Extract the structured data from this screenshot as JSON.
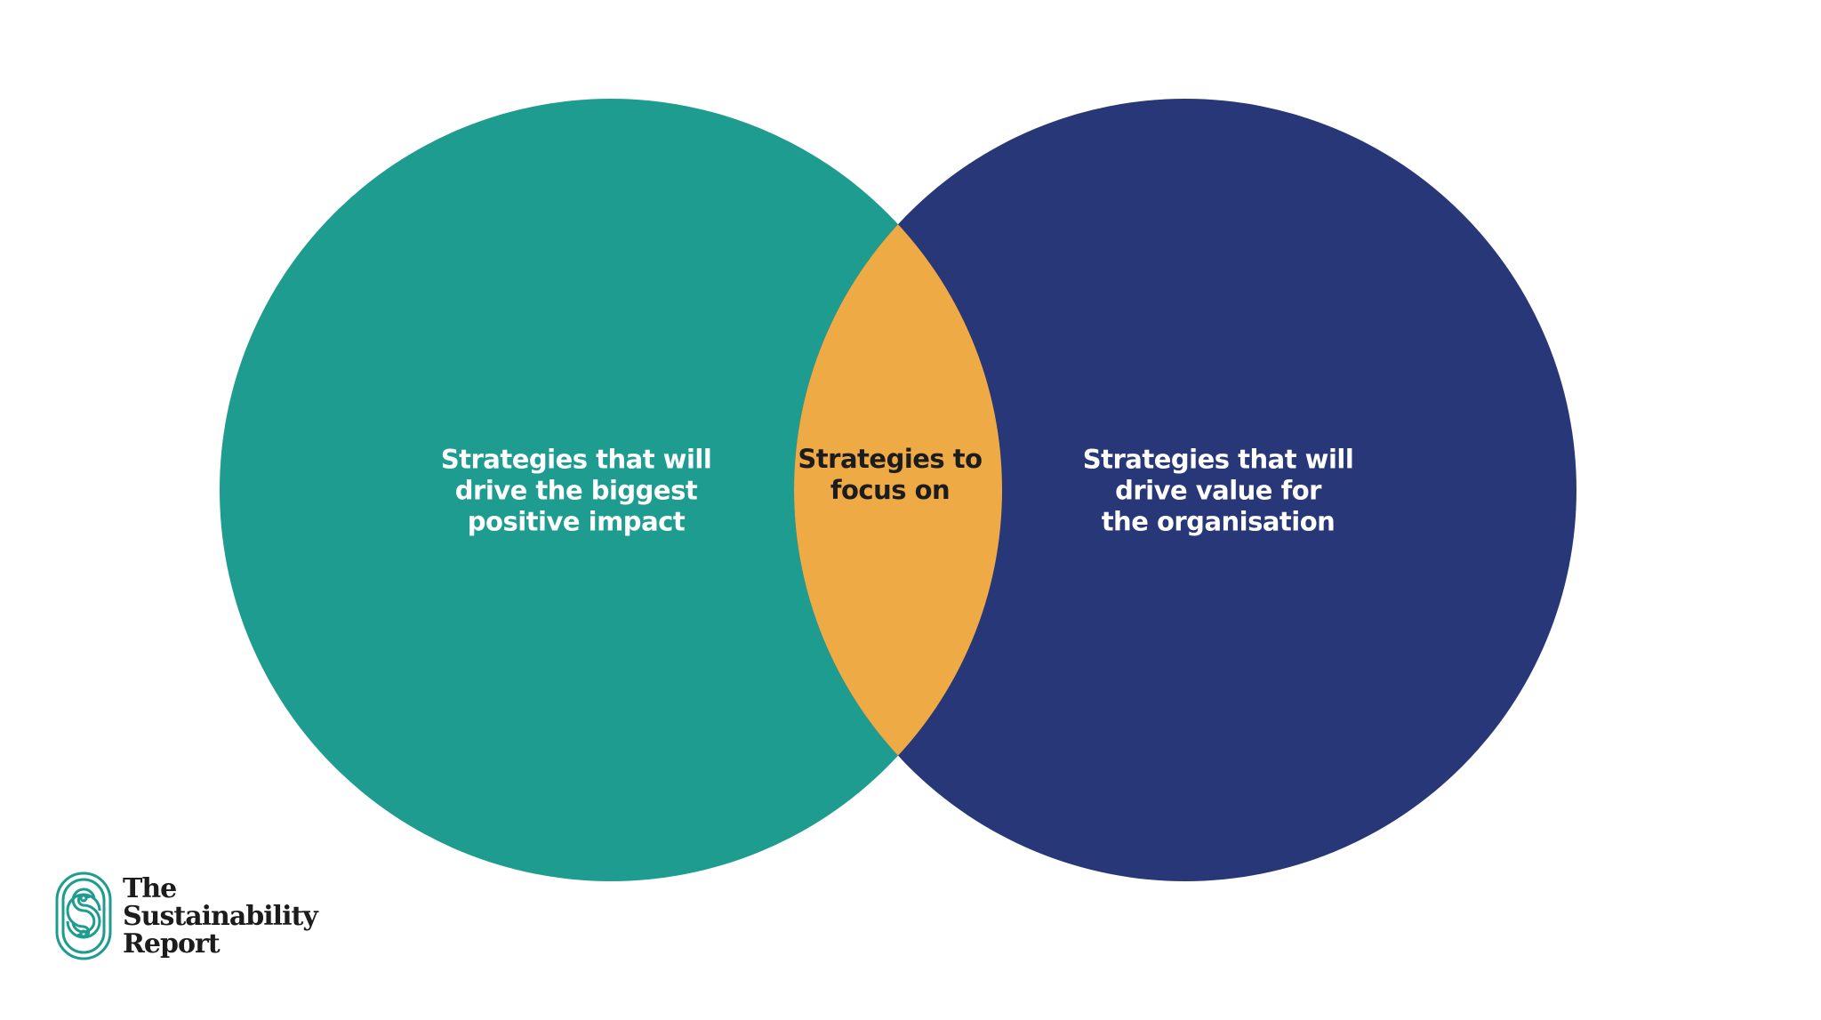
{
  "venn": {
    "left": {
      "lines": [
        "Strategies that will",
        "drive the biggest",
        "positive impact"
      ],
      "color": "#1e9c8f",
      "text_color": "#ffffff"
    },
    "right": {
      "lines": [
        "Strategies that will",
        "drive value for",
        "the organisation"
      ],
      "color": "#283777",
      "text_color": "#ffffff"
    },
    "overlap": {
      "lines": [
        "Strategies to",
        "focus on"
      ],
      "color": "#eeaa45",
      "text_color": "#1c1c1c"
    }
  },
  "logo": {
    "lines": [
      "The",
      "Sustainability",
      "Report"
    ],
    "icon": "looped-s-icon",
    "color": "#1e9c8f"
  }
}
